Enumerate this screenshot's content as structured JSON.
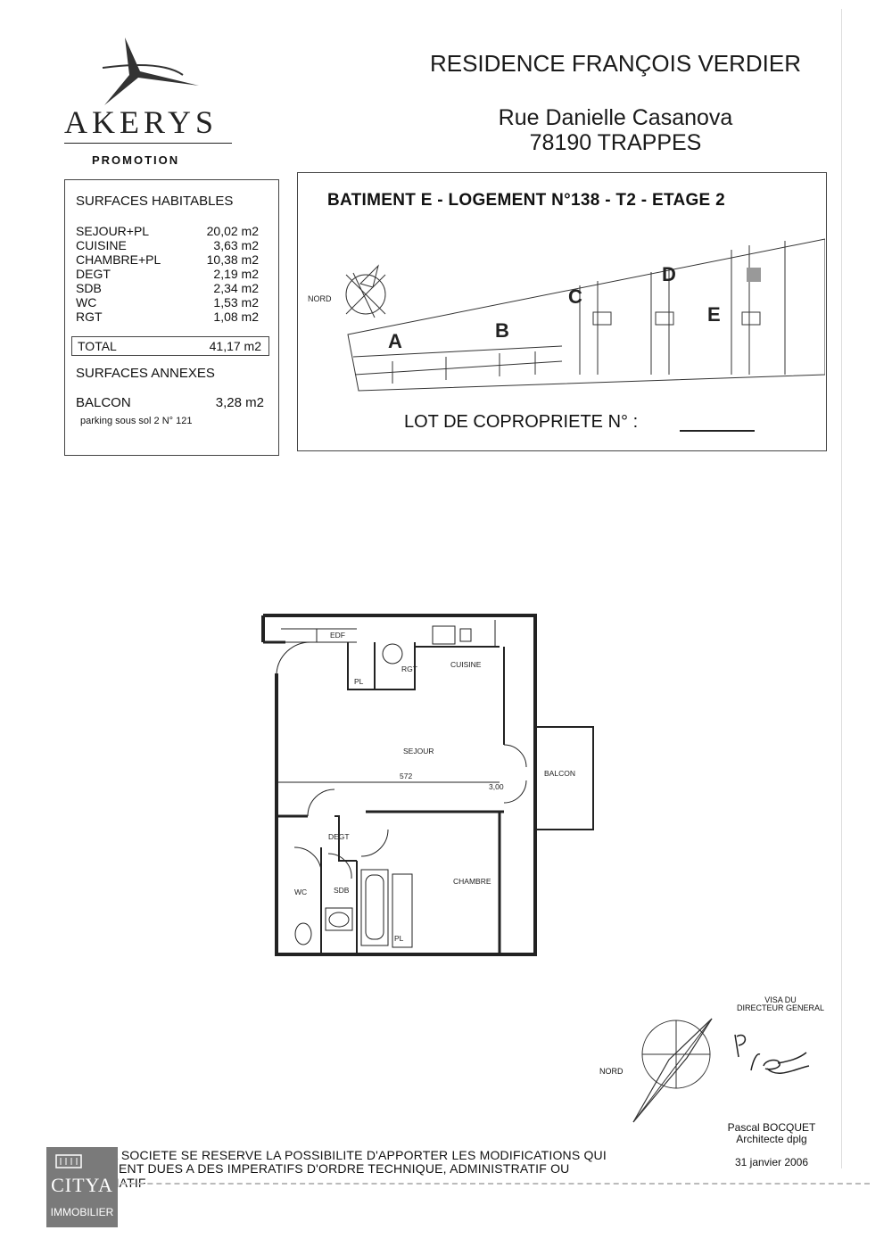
{
  "logo": {
    "name": "AKERYS",
    "sub": "PROMOTION"
  },
  "header": {
    "residence": "RESIDENCE FRANÇOIS VERDIER",
    "street": "Rue Danielle Casanova",
    "city": "78190 TRAPPES"
  },
  "surfaces": {
    "title": "SURFACES HABITABLES",
    "rows": [
      {
        "label": "SEJOUR+PL",
        "value": "20,02 m2"
      },
      {
        "label": "CUISINE",
        "value": "3,63 m2"
      },
      {
        "label": "CHAMBRE+PL",
        "value": "10,38 m2"
      },
      {
        "label": "DEGT",
        "value": "2,19 m2"
      },
      {
        "label": "SDB",
        "value": "2,34 m2"
      },
      {
        "label": "WC",
        "value": "1,53 m2"
      },
      {
        "label": "RGT",
        "value": "1,08 m2"
      }
    ],
    "total_label": "TOTAL",
    "total_value": "41,17 m2",
    "annexes_title": "SURFACES ANNEXES",
    "balcon_label": "BALCON",
    "balcon_value": "3,28 m2",
    "parking": "parking sous sol 2 N° 121"
  },
  "building": {
    "title": "BATIMENT E - LOGEMENT N°138 - T2 - ETAGE 2",
    "north": "NORD",
    "blocks": [
      "A",
      "B",
      "C",
      "D",
      "E"
    ],
    "lot_label": "LOT DE COPROPRIETE N° :"
  },
  "plan": {
    "rooms": {
      "edf": "EDF",
      "pl1": "PL",
      "rgt": "RGT",
      "cuisine": "CUISINE",
      "sejour": "SEJOUR",
      "dim": "572",
      "dim2": "3,00",
      "balcon": "BALCON",
      "degt": "DEGT",
      "wc": "WC",
      "sdb": "SDB",
      "chambre": "CHAMBRE",
      "pl2": "PL"
    },
    "north": "NORD"
  },
  "visa": {
    "line1": "VISA DU",
    "line2": "DIRECTEUR GENERAL",
    "architect": "Pascal BOCQUET",
    "architect_title": "Architecte dplg",
    "date": "31 janvier 2006"
  },
  "disclaimer": {
    "line1": "LA SOCIETE SE RESERVE LA POSSIBILITE D'APPORTER LES MODIFICATIONS QUI",
    "line2": "SERAIENT DUES A DES IMPERATIFS D'ORDRE TECHNIQUE, ADMINISTRATIF OU NORMATIF"
  },
  "citya": {
    "name": "CITYA",
    "sub": "IMMOBILIER"
  }
}
